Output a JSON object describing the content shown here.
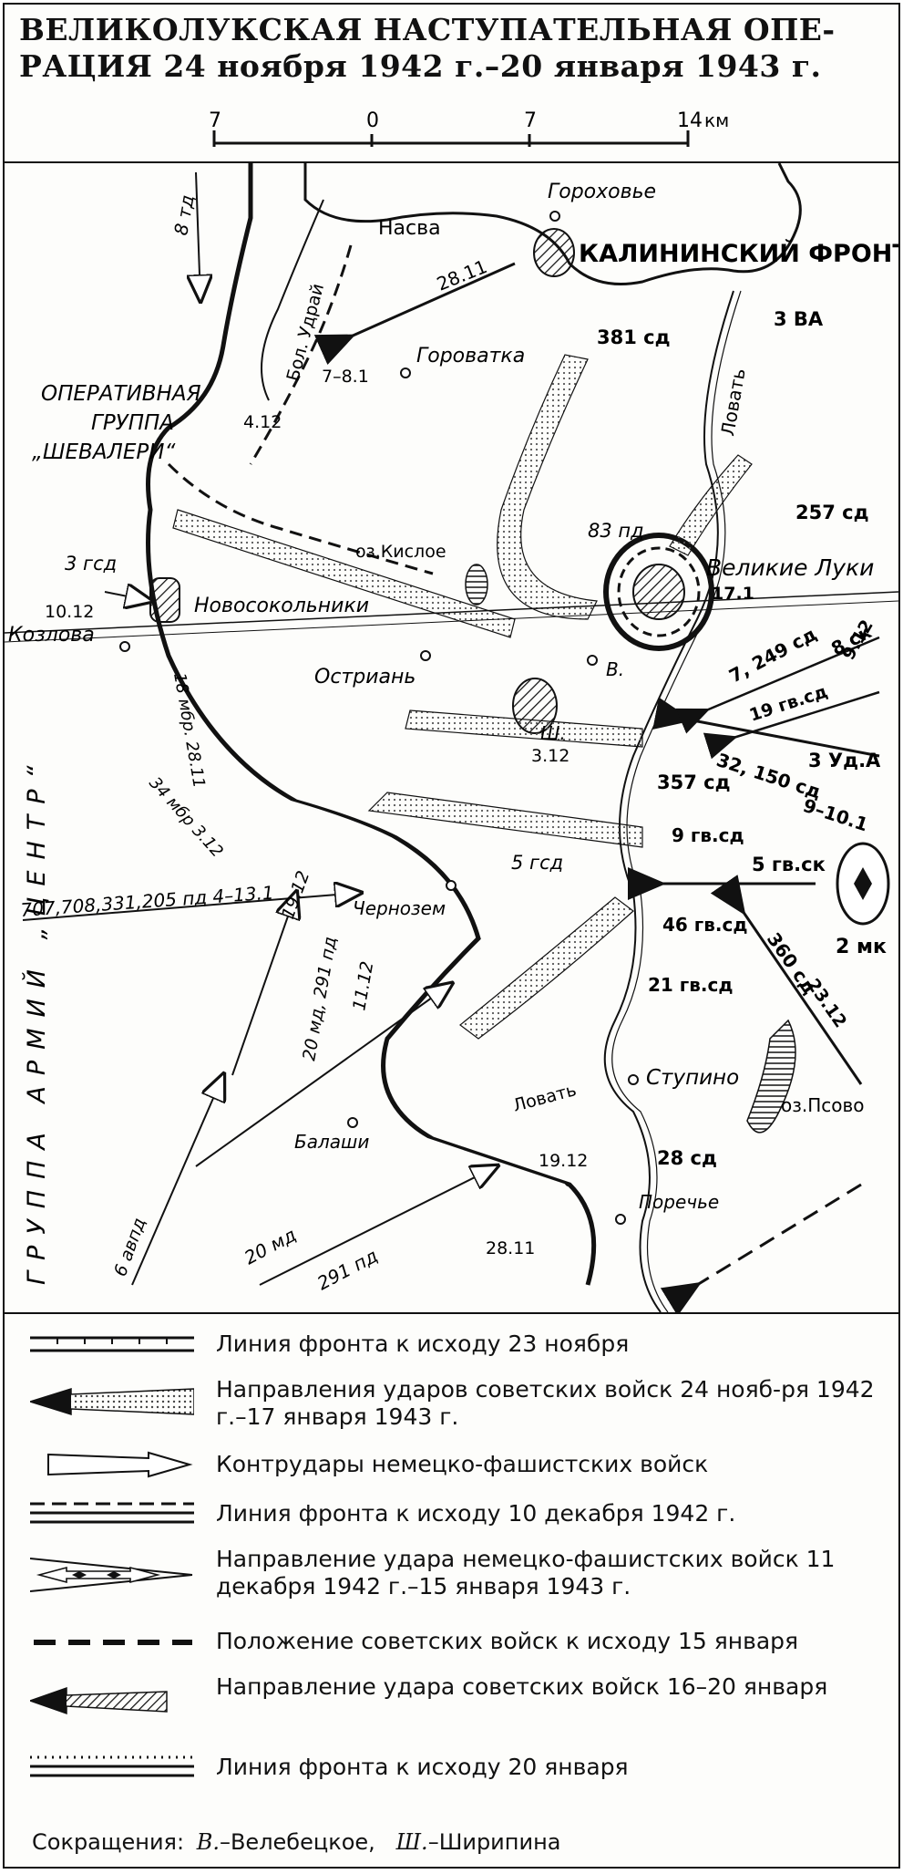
{
  "title": {
    "line1": "ВЕЛИКОЛУКСКАЯ НАСТУПАТЕЛЬНАЯ ОПЕ-",
    "line2": "РАЦИЯ 24 ноября 1942 г.–20 января 1943 г."
  },
  "scale": {
    "ticks": [
      "7",
      "0",
      "7",
      "14"
    ],
    "unit": "км"
  },
  "map": {
    "fronts": [
      "КАЛИНИНСКИЙ ФРОНТ",
      "ГРУППА АРМИЙ „ЦЕНТР“"
    ],
    "german_group": [
      "ОПЕРАТИВНАЯ",
      "ГРУППА",
      "„ШЕВАЛЕРИ“"
    ],
    "towns": [
      "Гороховье",
      "Горoватка",
      "Великие Луки",
      "Новосокольники",
      "Козлова",
      "Остриань",
      "В.",
      "Ш.",
      "Чернозем",
      "Ступино",
      "Балаши",
      "Поречье"
    ],
    "rivers": [
      "Насва",
      "Бол. Удрай",
      "Ловать",
      "Ловать"
    ],
    "lakes": [
      "оз.Кислое",
      "оз.Псово"
    ],
    "soviet_units": [
      "381 сд",
      "3 ВА",
      "257 сд",
      "8 ск",
      "7, 249 сд",
      "19 гв.сд",
      "9.12",
      "3 Уд.А",
      "32, 150 сд",
      "9–10.1",
      "357 сд",
      "9 гв.сд",
      "5 гв.ск",
      "46 гв.сд",
      "2 мк",
      "21 гв.сд",
      "360 сд",
      "23.12",
      "28 сд",
      "17.1"
    ],
    "german_units": [
      "8 тд",
      "3 гсд",
      "83 пд",
      "18 мбр. 28.11",
      "34 мбр 3.12",
      "707,708,331,205 пд 4–13.1",
      "5 гсд",
      "20 мд, 291 пд",
      "11.12",
      "19.12",
      "6 авпд",
      "20 мд",
      "291 пд"
    ],
    "dates": [
      "28.11",
      "7–8.1",
      "4.12",
      "10.12",
      "3.12",
      "19.12",
      "28.11"
    ]
  },
  "legend": [
    {
      "text": "Линия фронта к исходу 23 ноября"
    },
    {
      "text": "Направления ударов советских войск 24 нояб-ря 1942 г.–17 января 1943 г."
    },
    {
      "text": "Контрудары немецко-фашистских войск"
    },
    {
      "text": "Линия фронта к исходу 10 декабря 1942 г."
    },
    {
      "text": "Направление удара немецко-фашистских войск 11 декабря 1942 г.–15 января 1943 г."
    },
    {
      "text": "Положение советских войск к исходу 15 января"
    },
    {
      "text": "Направление удара советских войск 16–20 января"
    },
    {
      "text": "Линия фронта к исходу 20 января"
    }
  ],
  "abbreviations": {
    "label": "Сокращения:",
    "items": [
      {
        "abbr": "В.",
        "full": "–Велебецкое,"
      },
      {
        "abbr": "Ш.",
        "full": "–Ширипина"
      }
    ]
  },
  "colors": {
    "ink": "#111111",
    "paper": "#fdfdfb",
    "stipple": "#9a9a9a"
  }
}
